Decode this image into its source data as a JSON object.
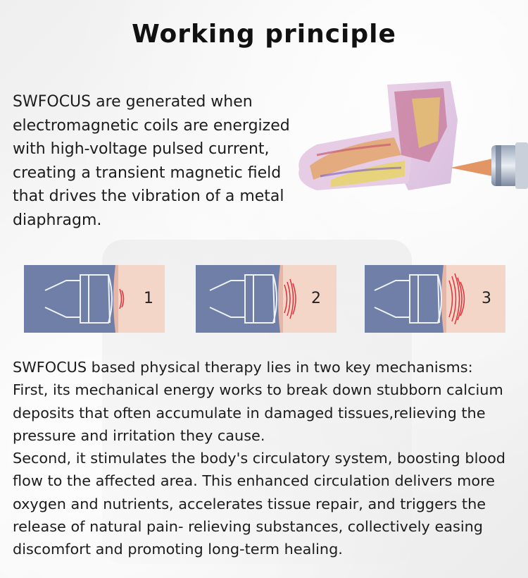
{
  "title": "Working principle",
  "intro": "SWFOCUS are generated when electromagnetic coils are energized with high-voltage pulsed current, creating a transient magnetic field that drives the vibration of a metal diaphragm.",
  "illustration": {
    "arm_icon": "arm-anatomy-illustration",
    "probe_icon": "shockwave-probe-illustration"
  },
  "stages": [
    {
      "label": "1"
    },
    {
      "label": "2"
    },
    {
      "label": "3"
    }
  ],
  "body": {
    "line1": "SWFOCUS based physical therapy lies in two key mechanisms:",
    "first": "First, its mechanical energy works to break down stubborn calcium deposits that often accumulate in damaged tissues,relieving the pressure and irritation they cause.",
    "second": "Second, it stimulates the body's circulatory system, boosting blood flow to the affected area.  This enhanced circulation delivers more oxygen and nutrients, accelerates tissue repair, and triggers the release of natural pain- relieving substances, collectively easing discomfort and promoting long-term healing."
  },
  "colors": {
    "panel_bg": "#6f7fa8",
    "skin": "#f4d6c8",
    "wave": "#e0303a"
  }
}
